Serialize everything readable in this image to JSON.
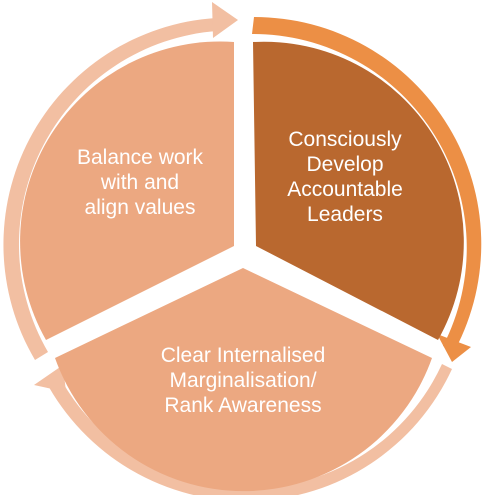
{
  "segments": [
    {
      "id": "balance",
      "lines": [
        "Balance work",
        "with and",
        "align values"
      ],
      "fill": "#eca881",
      "arrow": "#f2bfa2"
    },
    {
      "id": "leaders",
      "lines": [
        "Consciously",
        "Develop",
        "Accountable",
        "Leaders"
      ],
      "fill": "#b9682f",
      "arrow": "#ec8f45"
    },
    {
      "id": "clear",
      "lines": [
        "Clear Internalised",
        "Marginalisation/",
        "Rank Awareness"
      ],
      "fill": "#eca881",
      "arrow": "#f2bfa2"
    }
  ]
}
